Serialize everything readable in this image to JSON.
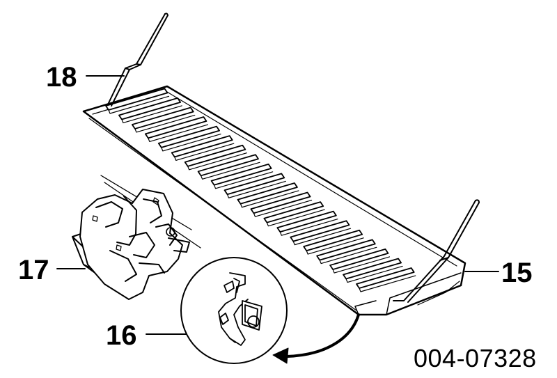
{
  "callouts": {
    "c15": "15",
    "c16": "16",
    "c17": "17",
    "c18": "18"
  },
  "figure_code": "004-07328",
  "colors": {
    "line": "#000000",
    "background": "#ffffff"
  }
}
